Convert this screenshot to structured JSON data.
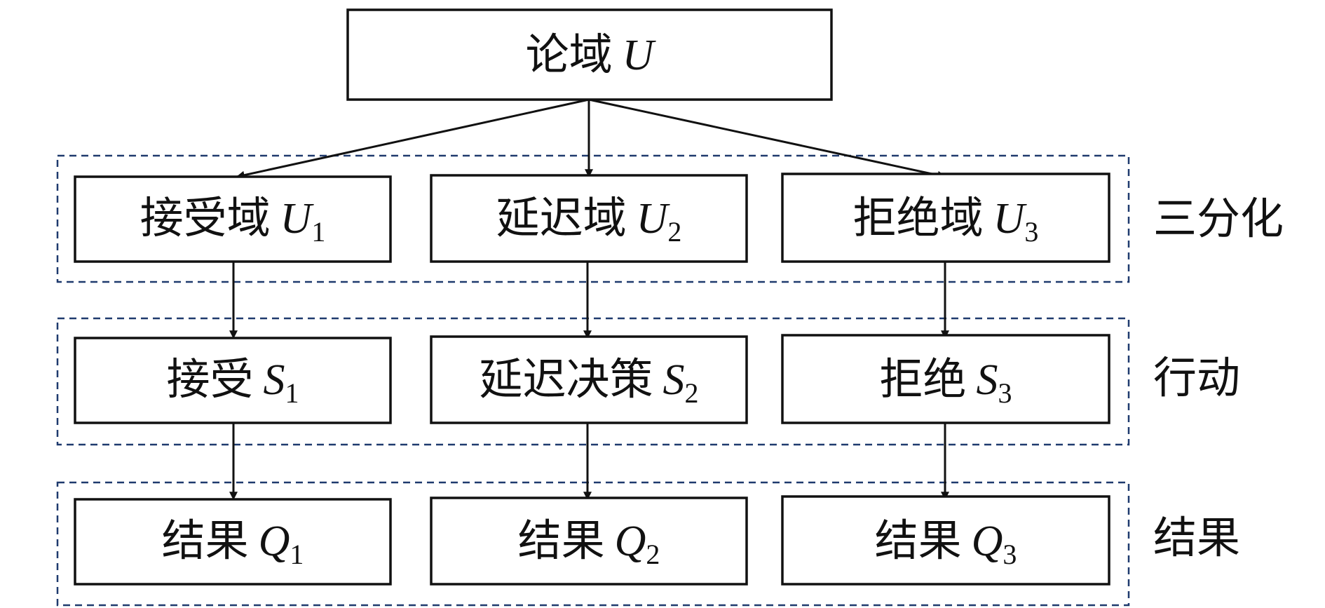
{
  "colors": {
    "box_border": "#111111",
    "group_border": "#1f3a6e",
    "text": "#111111"
  },
  "root": {
    "label": "论域",
    "var": "U",
    "sub": ""
  },
  "rows": [
    {
      "group_label": "三分化",
      "nodes": [
        {
          "label": "接受域",
          "var": "U",
          "sub": "1"
        },
        {
          "label": "延迟域",
          "var": "U",
          "sub": "2"
        },
        {
          "label": "拒绝域",
          "var": "U",
          "sub": "3"
        }
      ]
    },
    {
      "group_label": "行动",
      "nodes": [
        {
          "label": "接受",
          "var": "S",
          "sub": "1"
        },
        {
          "label": "延迟决策",
          "var": "S",
          "sub": "2"
        },
        {
          "label": "拒绝",
          "var": "S",
          "sub": "3"
        }
      ]
    },
    {
      "group_label": "结果",
      "nodes": [
        {
          "label": "结果",
          "var": "Q",
          "sub": "1"
        },
        {
          "label": "结果",
          "var": "Q",
          "sub": "2"
        },
        {
          "label": "结果",
          "var": "Q",
          "sub": "3"
        }
      ]
    }
  ]
}
